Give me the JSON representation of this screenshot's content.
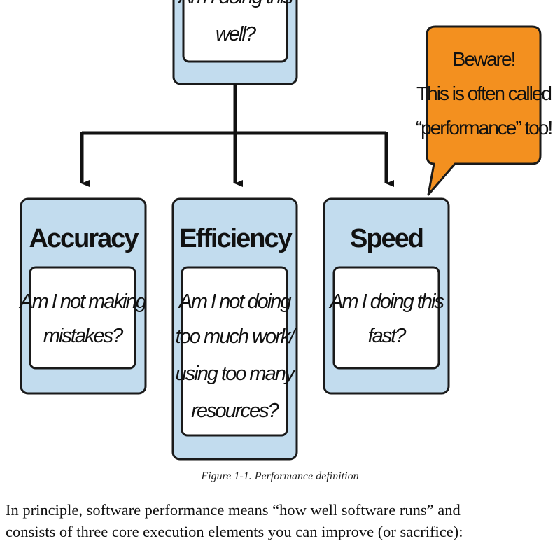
{
  "diagram": {
    "root": {
      "question_lines": [
        "Am I doing this",
        "well?"
      ]
    },
    "boxes": [
      {
        "title": "Accuracy",
        "question_lines": [
          "Am I not making",
          "mistakes?"
        ]
      },
      {
        "title": "Efficiency",
        "question_lines": [
          "Am I not doing",
          "too much work/",
          "using too many",
          "resources?"
        ]
      },
      {
        "title": "Speed",
        "question_lines": [
          "Am I doing this",
          "fast?"
        ]
      }
    ],
    "callout": {
      "lines": [
        "Beware!",
        "This is often called",
        "“performance” too!"
      ]
    },
    "colors": {
      "box_fill": "#c2dcee",
      "box_stroke": "#1a1a1a",
      "inner_fill": "#ffffff",
      "callout_fill": "#f3901f",
      "arrow": "#111111"
    }
  },
  "caption": "Figure 1-1. Performance definition",
  "body_text": {
    "line1": "In principle, software performance means “how well software runs” and",
    "line2": "consists of three core execution elements you can improve (or sacrifice):"
  }
}
